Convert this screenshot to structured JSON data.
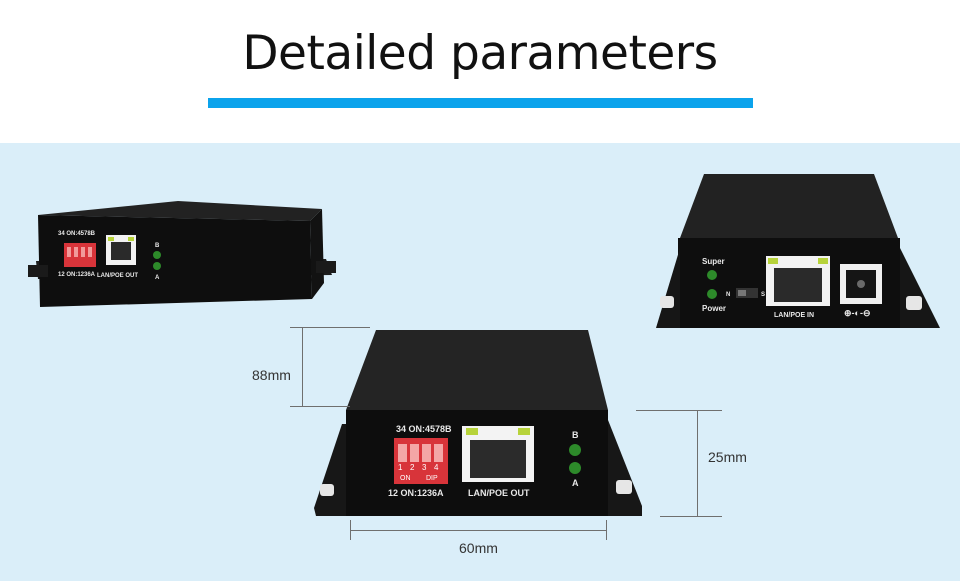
{
  "header": {
    "title": "Detailed parameters",
    "accent_color": "#0ba3ec"
  },
  "background_color": "#daeef9",
  "dimensions": {
    "height": "88mm",
    "depth": "25mm",
    "width": "60mm"
  },
  "device_front": {
    "dip_top_label": "34 ON:4578B",
    "dip_bottom_label": "12  ON:1236A",
    "dip_switch_text": "ON",
    "dip_switch_text2": "DIP",
    "dip_numbers": [
      "1",
      "2",
      "3",
      "4"
    ],
    "port_label": "LAN/POE OUT",
    "led_b": "B",
    "led_a": "A"
  },
  "device_back": {
    "led_super": "Super",
    "led_power": "Power",
    "switch_n": "N",
    "switch_s": "S",
    "port_label": "LAN/POE IN",
    "polarity_symbol": "⊕-◐-⊖"
  },
  "device_small": {
    "dip_top_label": "34 ON:4578B",
    "dip_bottom_label": "12  ON:1236A",
    "port_label": "LAN/POE OUT",
    "led_b": "B",
    "led_a": "A"
  }
}
